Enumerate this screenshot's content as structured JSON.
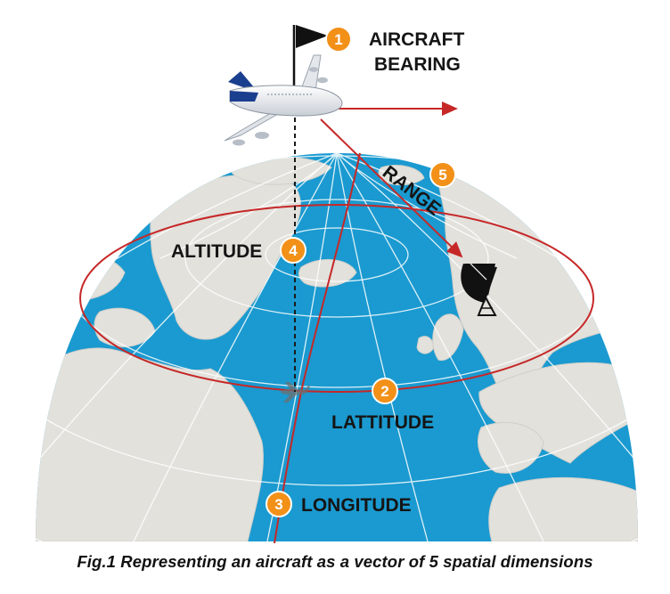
{
  "labels": {
    "bearing_line1": "AIRCRAFT",
    "bearing_line2": "BEARING",
    "range": "RANGE",
    "altitude": "ALTITUDE",
    "latitude": "LATTITUDE",
    "longitude": "LONGITUDE"
  },
  "badges": {
    "bearing": "1",
    "latitude": "2",
    "longitude": "3",
    "altitude": "4",
    "range": "5"
  },
  "caption": "Fig.1 Representing an aircraft as a vector of 5 spatial dimensions",
  "colors": {
    "ocean": "#1a9ad0",
    "land": "#e2e1dc",
    "vector": "#c62828",
    "badge": "#f29018"
  },
  "icons": [
    "flag-icon",
    "airplane-icon",
    "satellite-dish-icon",
    "airplane-shadow-icon"
  ]
}
